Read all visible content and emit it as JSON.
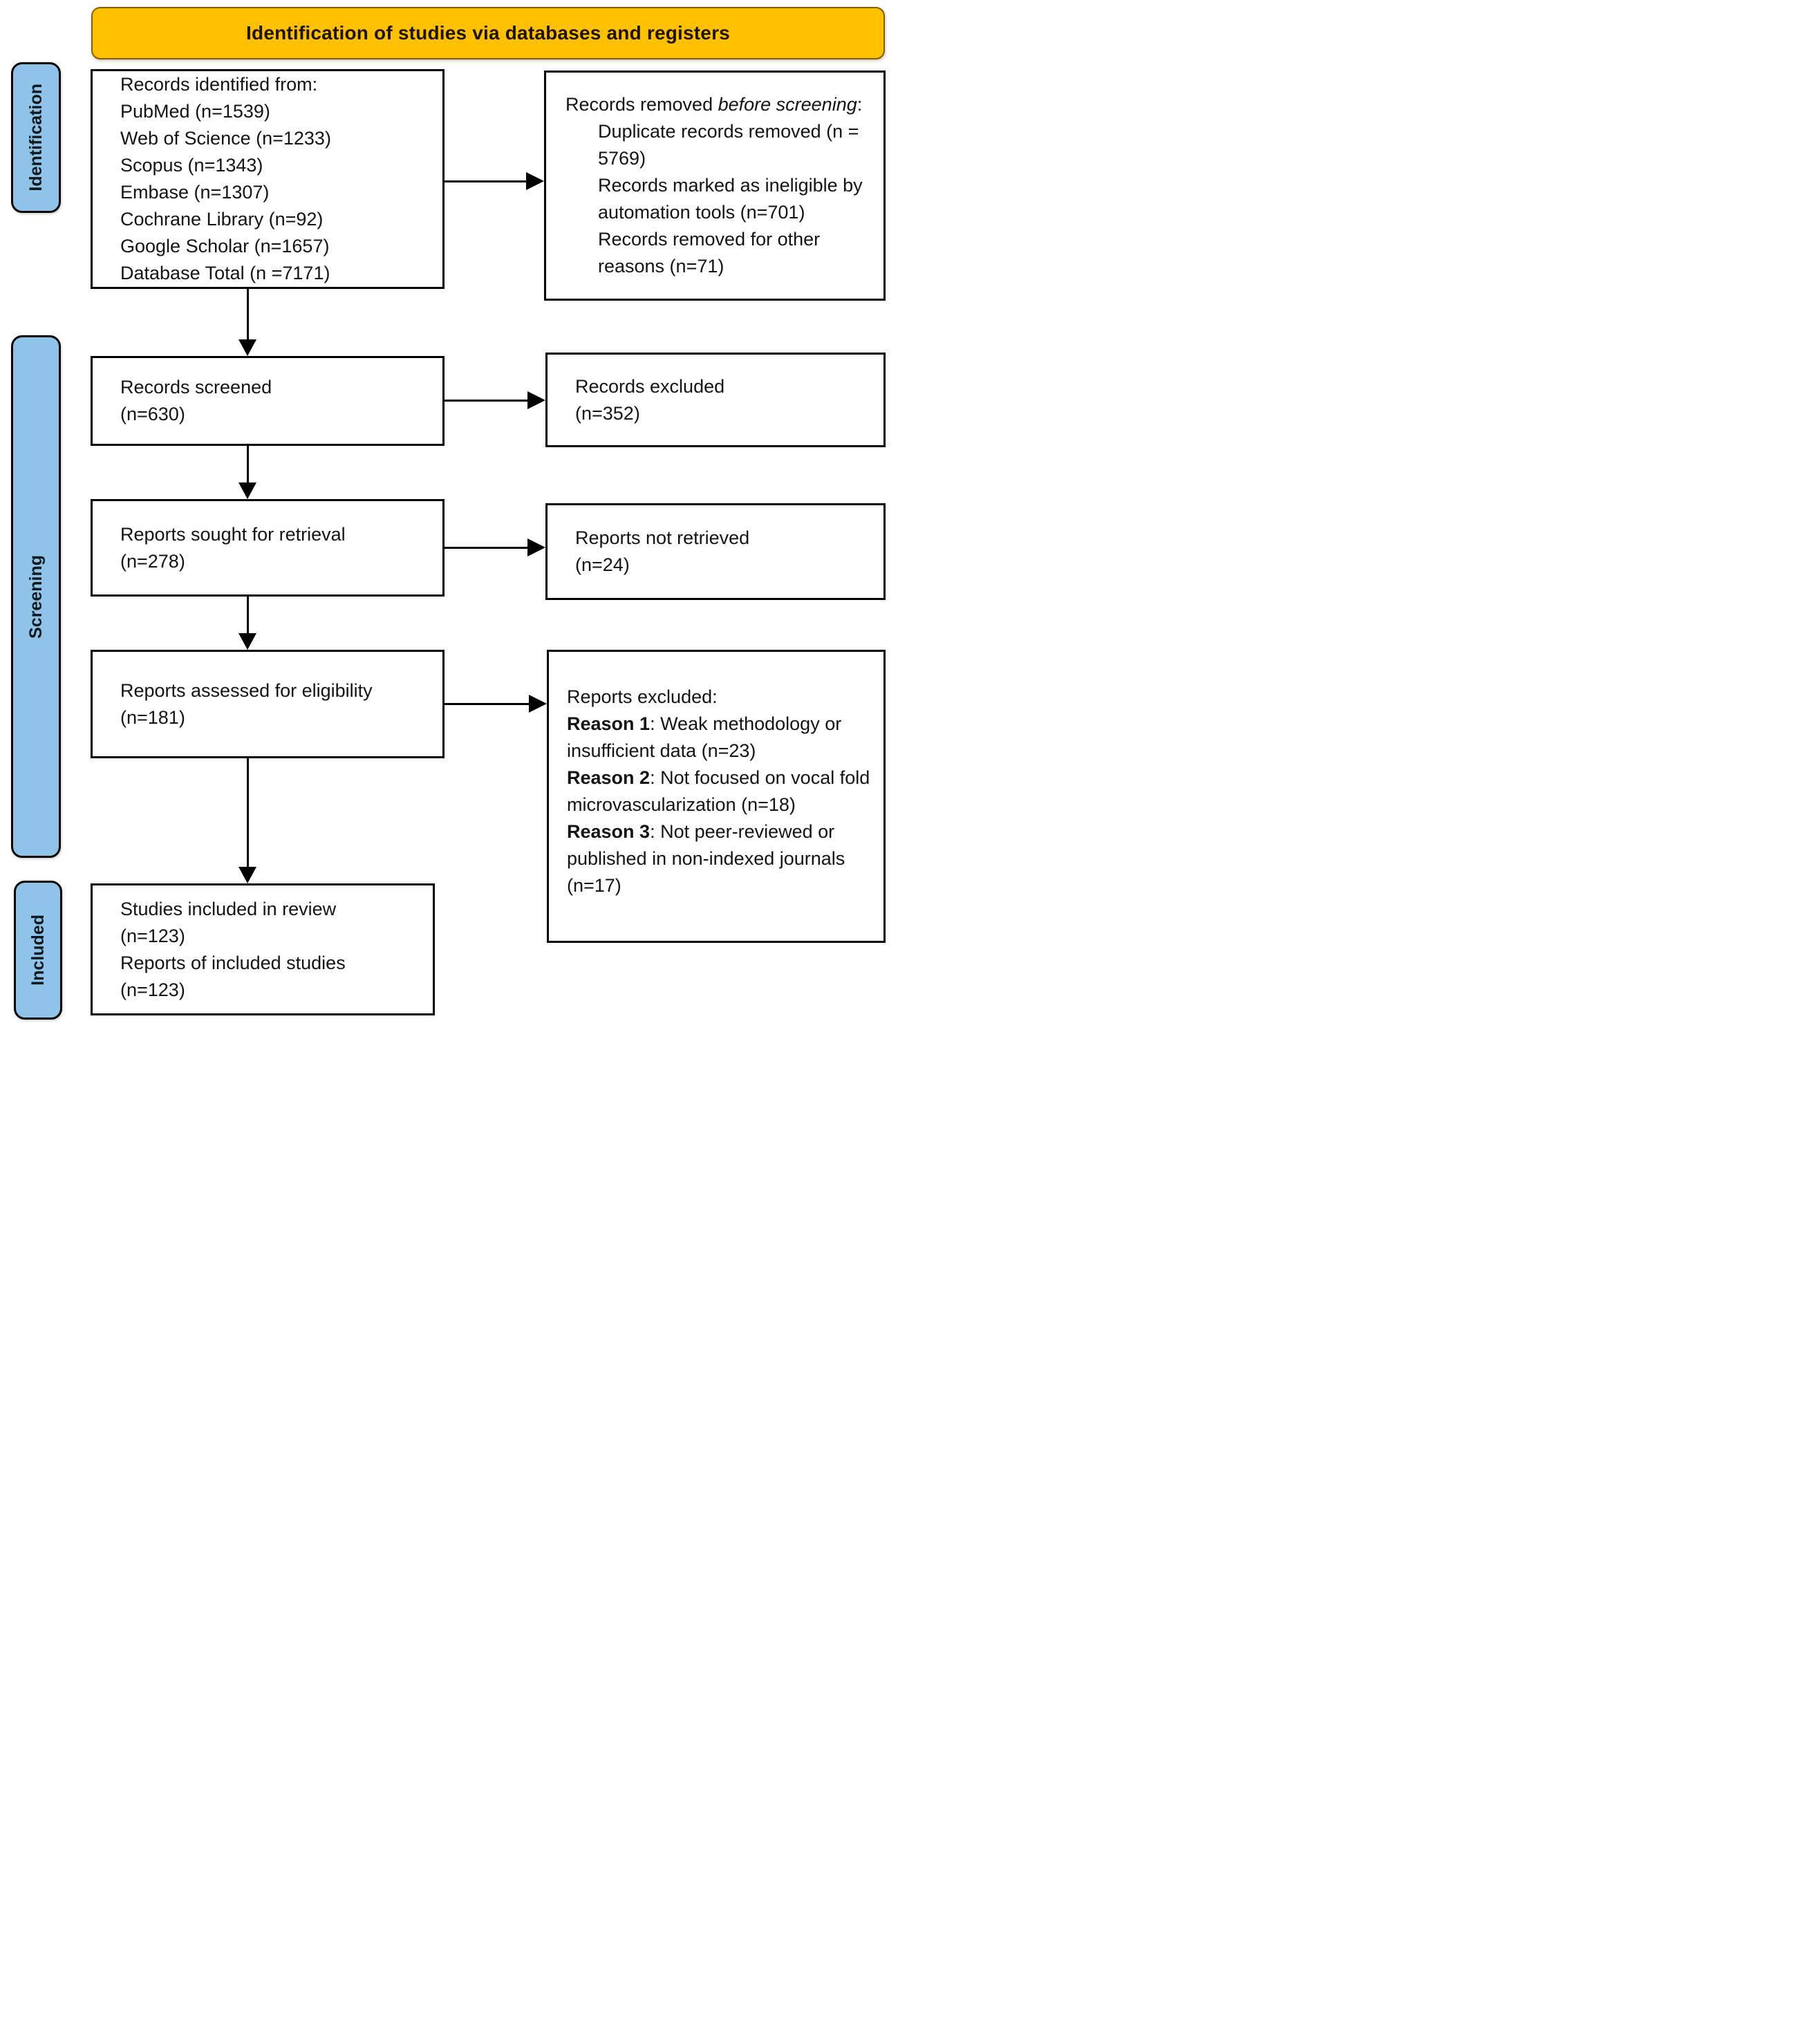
{
  "header": {
    "title": "Identification of studies via databases and registers"
  },
  "sidebar": {
    "stages": [
      {
        "label": "Identification"
      },
      {
        "label": "Screening"
      },
      {
        "label": "Included"
      }
    ]
  },
  "flow": {
    "identified": {
      "lines": [
        "Records identified from:",
        "PubMed (n=1539)",
        "Web of Science (n=1233)",
        "Scopus (n=1343)",
        "Embase (n=1307)",
        "Cochrane Library (n=92)",
        "Google Scholar (n=1657)",
        "Database Total (n =7171)"
      ]
    },
    "removed_before_screening": {
      "intro_plain": "Records removed ",
      "intro_italic": "before screening",
      "intro_suffix": ":",
      "items": [
        "Duplicate records removed (n = 5769)",
        "Records marked as ineligible by automation tools (n=701)",
        "Records removed for other reasons (n=71)"
      ]
    },
    "screened": {
      "line1": "Records screened",
      "line2": "(n=630)"
    },
    "excluded": {
      "line1": "Records excluded",
      "line2": "(n=352)"
    },
    "sought": {
      "line1": "Reports sought for retrieval",
      "line2": "(n=278)"
    },
    "not_retrieved": {
      "line1": "Reports not retrieved",
      "line2": "(n=24)"
    },
    "assessed": {
      "line1": "Reports assessed for eligibility",
      "line2": "(n=181)"
    },
    "reports_excluded": {
      "title": "Reports excluded:",
      "reasons": [
        {
          "label": "Reason 1",
          "text": ": Weak methodology or insufficient data (n=23)"
        },
        {
          "label": "Reason 2",
          "text": ": Not focused on vocal fold microvascularization (n=18)"
        },
        {
          "label": "Reason 3",
          "text": ": Not peer-reviewed or published in non-indexed journals (n=17)"
        }
      ]
    },
    "included_box": {
      "lines": [
        "Studies included in review",
        "(n=123)",
        "Reports of included studies",
        "(n=123)"
      ]
    }
  },
  "colors": {
    "background": "#FFFFFF",
    "banner_fill": "#FFC000",
    "banner_border": "#7F6000",
    "stage_fill": "#8FC4E8",
    "box_border": "#000000"
  }
}
